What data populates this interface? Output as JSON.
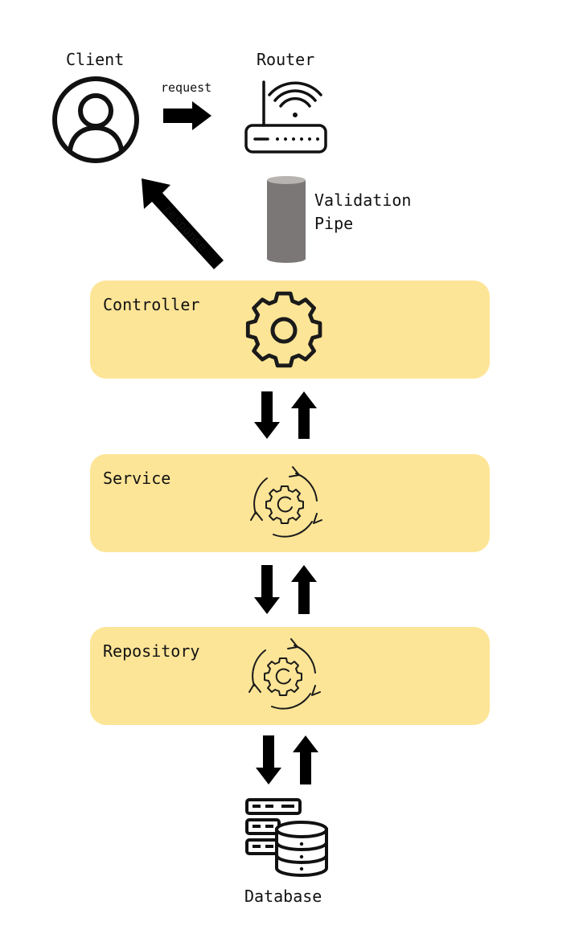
{
  "nodes": {
    "client": "Client",
    "router": "Router",
    "validation_pipe": [
      "Validation",
      "Pipe"
    ],
    "controller": "Controller",
    "service": "Service",
    "repository": "Repository",
    "database": "Database"
  },
  "edges": {
    "request": "request",
    "response": "response"
  },
  "colors": {
    "layer_fill": "#fde597",
    "stroke": "#1a1a1a",
    "pipe": "#7a7776"
  },
  "icons": {
    "client": "user-icon",
    "router": "router-icon",
    "validation_pipe": "cylinder-icon",
    "controller": "gear-icon",
    "service": "gear-cycle-icon",
    "repository": "gear-cycle-icon",
    "database": "database-server-icon"
  }
}
